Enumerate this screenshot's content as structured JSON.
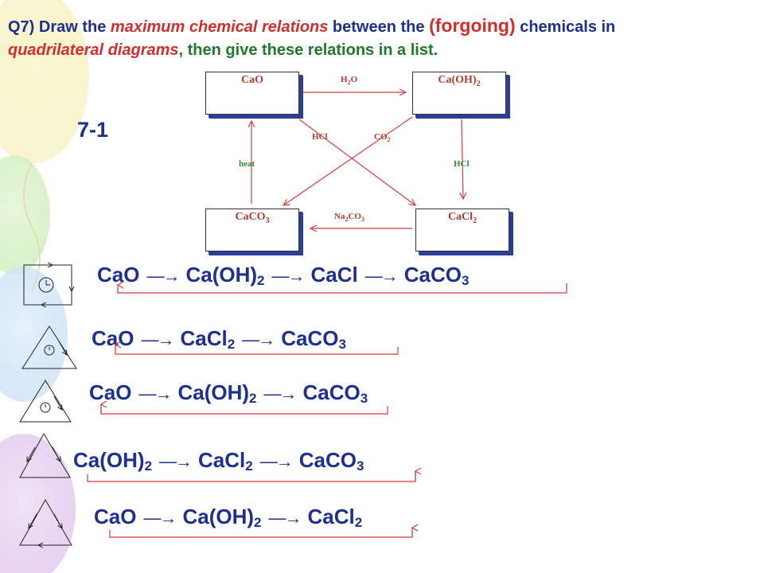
{
  "question": {
    "part1": "Q7) Draw the ",
    "part2": "maximum chemical relations",
    "part3": " between the ",
    "part4": "(forgoing)",
    "part5": " chemicals in",
    "part6": "quadrilateral diagrams",
    "part7": ", then give these relations in a list."
  },
  "section": "7-1",
  "diagram": {
    "boxes": {
      "cao": "CaO",
      "caoh2": "Ca(OH)",
      "caco3": "CaCO",
      "cacl2": "CaCl"
    },
    "subs": {
      "two": "2",
      "three": "3"
    },
    "labels": {
      "h2o_h": "H",
      "h2o_o": "O",
      "hcl_left": "HCl",
      "co2": "CO",
      "heat": "heat",
      "hcl_right": "HCl",
      "na2co3_na": "Na",
      "na2co3_co": "CO"
    }
  },
  "equations": [
    {
      "items": [
        "CaO",
        "Ca(OH)",
        "CaCl",
        "CaCO"
      ],
      "subs": [
        "",
        "2",
        "",
        "3"
      ]
    },
    {
      "items": [
        "CaO",
        "CaCl",
        "CaCO"
      ],
      "subs": [
        "",
        "2",
        "3"
      ]
    },
    {
      "items": [
        "CaO",
        "Ca(OH)",
        "CaCO"
      ],
      "subs": [
        "",
        "2",
        "3"
      ]
    },
    {
      "items": [
        "Ca(OH)",
        "CaCl",
        "CaCO"
      ],
      "subs": [
        "2",
        "2",
        "3"
      ]
    },
    {
      "items": [
        "CaO",
        "Ca(OH)",
        "CaCl"
      ],
      "subs": [
        "",
        "2",
        "2"
      ]
    }
  ],
  "arrow_glyph": "—→",
  "colors": {
    "title": "#1d2f8f",
    "accent_red": "#d42d2d",
    "accent_green": "#1f7a2a",
    "line_red": "#d83c3c",
    "box_shadow": "#2c3e98"
  }
}
